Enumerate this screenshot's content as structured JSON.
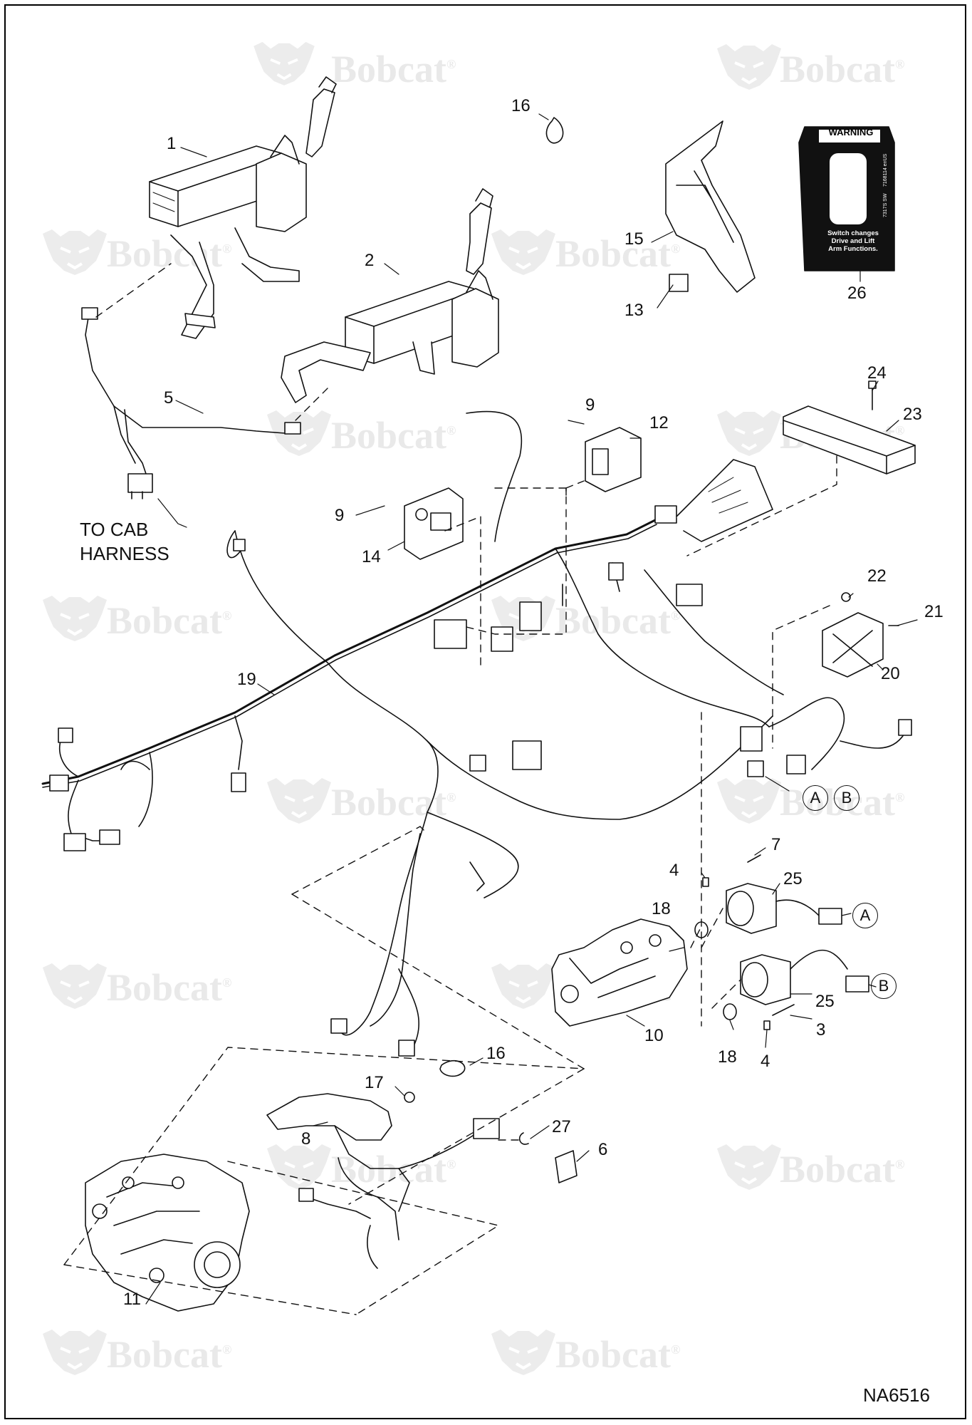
{
  "diagram": {
    "watermark_text": "Bobcat",
    "watermark_mark": "®",
    "drawing_number": "NA6516",
    "cab_harness_note_line1": "TO CAB",
    "cab_harness_note_line2": "HARNESS",
    "decal": {
      "warning": "WARNING",
      "text": "Switch changes Drive and Lift Arm Functions.",
      "code1": "7168114 enUS",
      "code2": "7317S SW"
    },
    "callouts": {
      "c1": "1",
      "c2": "2",
      "c3": "3",
      "c4a": "4",
      "c4b": "4",
      "c5": "5",
      "c6": "6",
      "c7": "7",
      "c8": "8",
      "c9a": "9",
      "c9b": "9",
      "c10": "10",
      "c11": "11",
      "c12": "12",
      "c13": "13",
      "c14": "14",
      "c15": "15",
      "c16a": "16",
      "c16b": "16",
      "c17": "17",
      "c18a": "18",
      "c18b": "18",
      "c19": "19",
      "c20": "20",
      "c21": "21",
      "c22": "22",
      "c23": "23",
      "c24": "24",
      "c25a": "25",
      "c25b": "25",
      "c26": "26",
      "c27": "27"
    },
    "connector_labels": {
      "a1": "A",
      "b1": "B",
      "a2": "A",
      "b2": "B"
    }
  }
}
